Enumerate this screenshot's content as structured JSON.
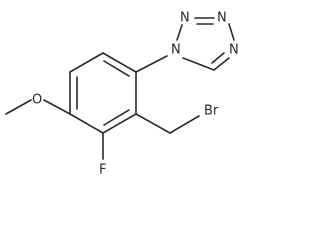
{
  "molecule": {
    "atoms": {
      "N1": "N",
      "N2": "N",
      "N3": "N",
      "N4": "N",
      "O": "O",
      "F": "F",
      "Br": "Br"
    }
  }
}
